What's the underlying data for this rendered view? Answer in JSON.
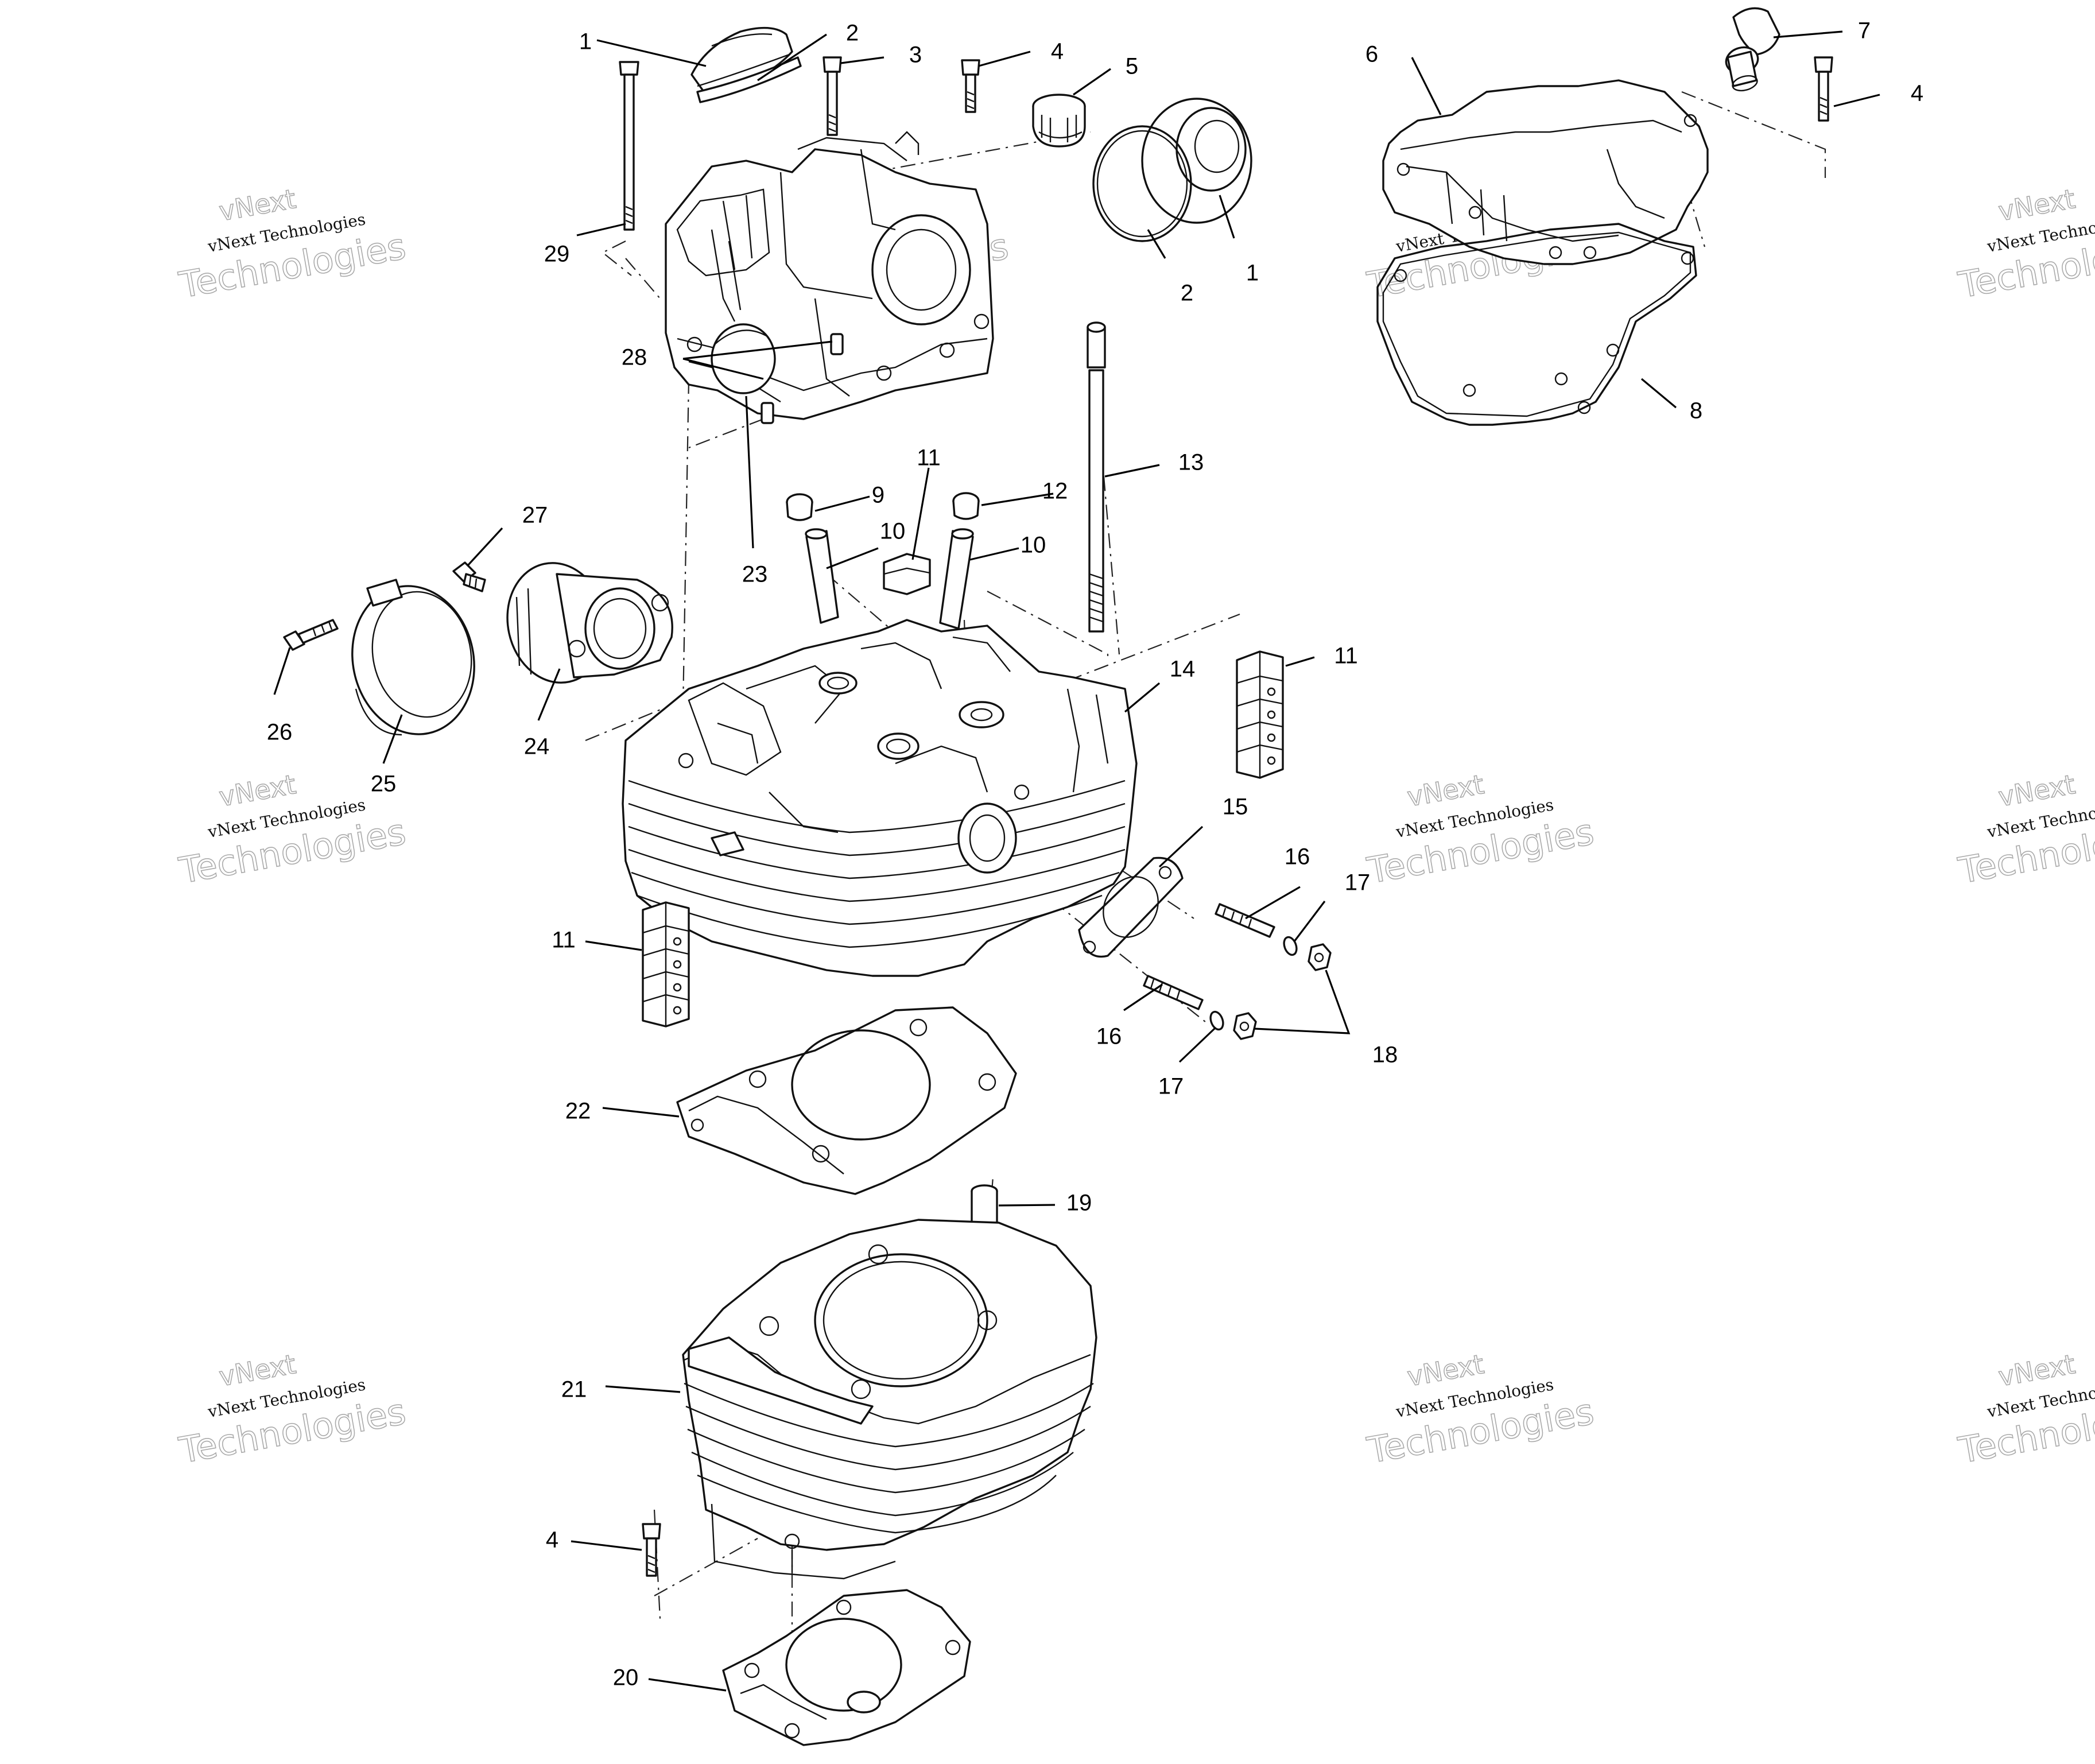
{
  "diagram": {
    "watermark": {
      "line1": "vNext",
      "line2": "vNext Technologies",
      "line3": "Technologies"
    },
    "callouts": {
      "c1a": "1",
      "c2a": "2",
      "c3": "3",
      "c4a": "4",
      "c5": "5",
      "c2b": "2",
      "c1b": "1",
      "c29": "29",
      "c6": "6",
      "c7": "7",
      "c4b": "4",
      "c8": "8",
      "c28": "28",
      "c13": "13",
      "c9": "9",
      "c11a": "11",
      "c12": "12",
      "c10a": "10",
      "c10b": "10",
      "c23": "23",
      "c27": "27",
      "c14": "14",
      "c11b": "11",
      "c26": "26",
      "c24": "24",
      "c25": "25",
      "c15": "15",
      "c16a": "16",
      "c17a": "17",
      "c11c": "11",
      "c16b": "16",
      "c17b": "17",
      "c18": "18",
      "c22": "22",
      "c19": "19",
      "c21": "21",
      "c4c": "4",
      "c20": "20"
    }
  }
}
